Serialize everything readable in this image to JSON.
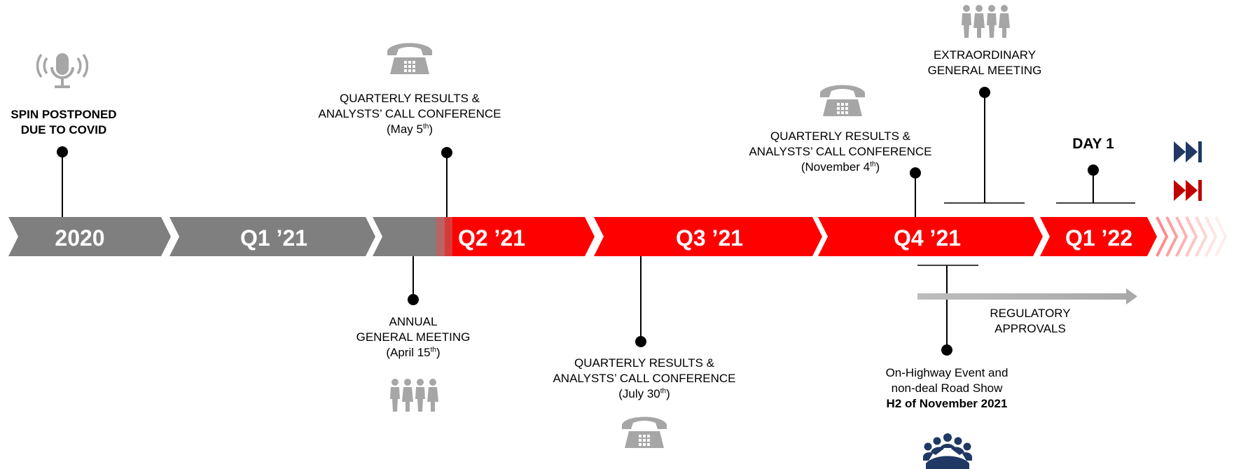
{
  "colors": {
    "past_gray": "#7f7f7f",
    "future_red": "#ff0000",
    "fast_forward_navy": "#1f3864",
    "fast_forward_red": "#c00000",
    "icon_gray": "#a6a6a6",
    "road_show_icon_navy": "#1f3864",
    "regulatory_arrow_gray": "#c8c8c8"
  },
  "periods": {
    "p2020": "2020",
    "q1_21": "Q1 ’21",
    "q2_21": "Q2 ’21",
    "q3_21": "Q3 ’21",
    "q4_21": "Q4 ’21",
    "q1_22": "Q1 ’22"
  },
  "events": {
    "spin_postponed": {
      "icon": "microphone-icon",
      "line1": "SPIN POSTPONED",
      "line2": "DUE TO COVID"
    },
    "q_results_may": {
      "icon": "telephone-icon",
      "line1": "QUARTERLY RESULTS &",
      "line2": "ANALYSTS’ CALL CONFERENCE",
      "date_pre": "(May 5",
      "date_sup": "th",
      "date_post": ")"
    },
    "agm": {
      "icon": "people-group-icon",
      "line1": "ANNUAL",
      "line2": "GENERAL MEETING",
      "date_pre": "(April 15",
      "date_sup": "th",
      "date_post": ")"
    },
    "q_results_jul": {
      "icon": "telephone-icon",
      "line1": "QUARTERLY RESULTS &",
      "line2": "ANALYSTS’ CALL CONFERENCE",
      "date_pre": "(July 30",
      "date_sup": "th",
      "date_post": ")"
    },
    "q_results_nov": {
      "icon": "telephone-icon",
      "line1": "QUARTERLY RESULTS &",
      "line2": "ANALYSTS’ CALL CONFERENCE",
      "date_pre": "(November 4",
      "date_sup": "th",
      "date_post": ")"
    },
    "egm": {
      "icon": "people-group-icon",
      "line1": "EXTRAORDINARY",
      "line2": "GENERAL MEETING"
    },
    "day1": {
      "label": "DAY 1"
    },
    "regulatory": {
      "line1": "REGULATORY",
      "line2": "APPROVALS"
    },
    "road_show": {
      "icon": "meeting-table-icon",
      "line1": "On-Highway Event and",
      "line2": "non-deal Road Show",
      "line3": "H2 of November 2021"
    }
  },
  "legend_icons": [
    "fast-forward-navy-icon",
    "fast-forward-red-icon"
  ]
}
